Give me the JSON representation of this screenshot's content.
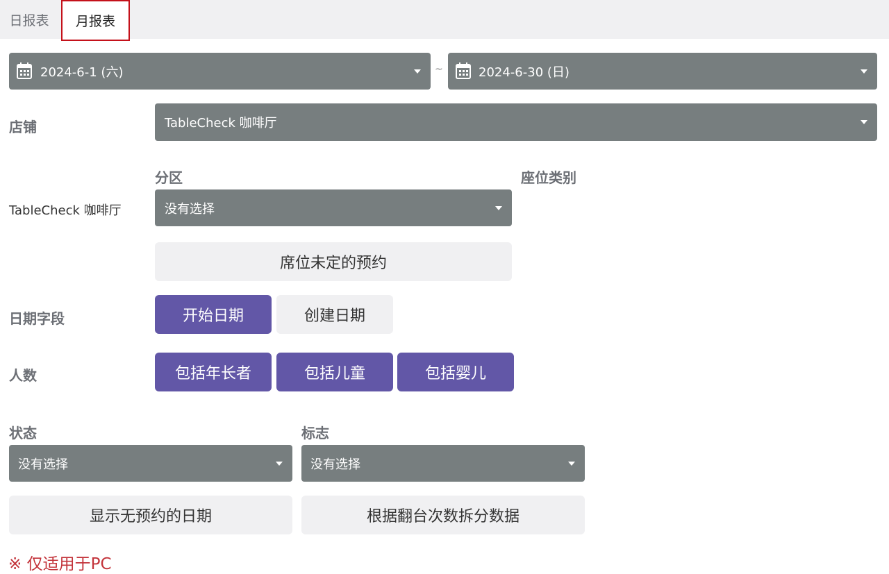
{
  "tabs": {
    "daily": "日报表",
    "monthly": "月报表"
  },
  "date_range": {
    "start": "2024-6-1 (六)",
    "separator": "~",
    "end": "2024-6-30 (日)"
  },
  "store": {
    "label": "店铺",
    "value": "TableCheck 咖啡厅"
  },
  "section": {
    "store_name": "TableCheck 咖啡厅",
    "zone_label": "分区",
    "zone_value": "没有选择",
    "seat_type_label": "座位类别",
    "unassigned_button": "席位未定的预约"
  },
  "date_field": {
    "label": "日期字段",
    "start_date": "开始日期",
    "created_date": "创建日期"
  },
  "people": {
    "label": "人数",
    "seniors": "包括年长者",
    "children": "包括儿童",
    "infants": "包括婴儿"
  },
  "status": {
    "label": "状态",
    "value": "没有选择"
  },
  "flag": {
    "label": "标志",
    "value": "没有选择"
  },
  "options": {
    "show_empty_dates": "显示无预约的日期",
    "split_by_turns": "根据翻台次数拆分数据"
  },
  "note": "※ 仅适用于PC",
  "colors": {
    "primary": "#6257a7",
    "select_bg": "#777e7f",
    "light_btn": "#f0f0f2",
    "note": "#c3333a",
    "active_tab_border": "#c4111a"
  },
  "icons": {
    "date_picker": "calendar-icon",
    "dropdown": "chevron-down-icon"
  }
}
